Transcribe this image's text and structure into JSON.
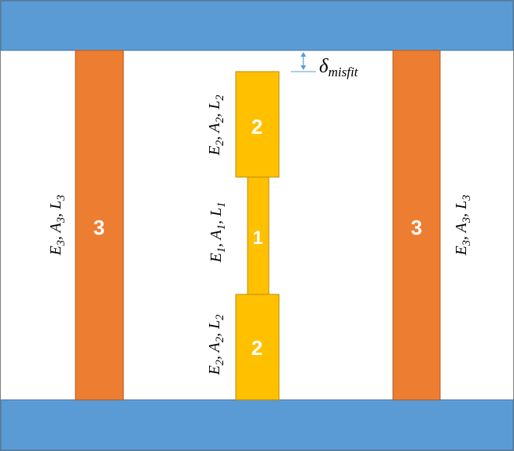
{
  "colors": {
    "plate": "#5b9bd5",
    "plate_edge": "#41719c",
    "outer_bar": "#ed7d31",
    "outer_bar_edge": "#ae5a21",
    "inner_bar": "#ffc000",
    "inner_bar_edge": "#bc8c00",
    "arrow": "#5b9bd5",
    "text": "#000000",
    "label": "#ffffff"
  },
  "bars": {
    "left_outer": {
      "label": "3",
      "props": [
        "E",
        "3",
        "A",
        "3",
        "L",
        "3"
      ]
    },
    "right_outer": {
      "label": "3",
      "props": [
        "E",
        "3",
        "A",
        "3",
        "L",
        "3"
      ]
    },
    "upper_inner": {
      "label": "2",
      "props": [
        "E",
        "2",
        "A",
        "2",
        "L",
        "2"
      ]
    },
    "middle_inner": {
      "label": "1",
      "props": [
        "E",
        "1",
        "A",
        "1",
        "L",
        "1"
      ]
    },
    "lower_inner": {
      "label": "2",
      "props": [
        "E",
        "2",
        "A",
        "2",
        "L",
        "2"
      ]
    }
  },
  "gap": {
    "symbol": "δ",
    "subscript": "misfit"
  },
  "separator": ", "
}
